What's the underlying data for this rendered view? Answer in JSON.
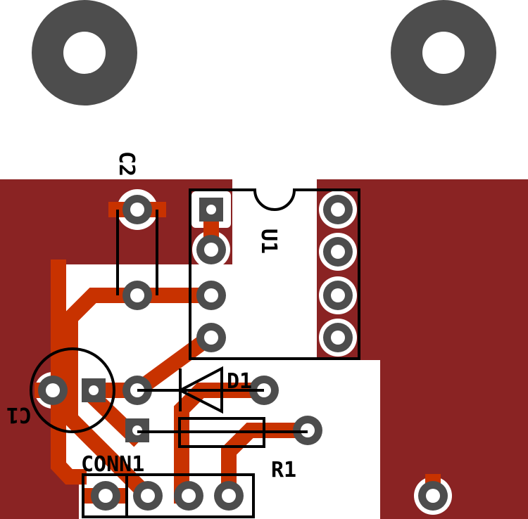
{
  "colors": {
    "ground_pour": "#8a2323",
    "trace": "#c83200",
    "pad": "#4d4d4d",
    "silkscreen": "#000000",
    "background": "#ffffff"
  },
  "components": {
    "c2": {
      "ref": "C2"
    },
    "u1": {
      "ref": "U1"
    },
    "d1": {
      "ref": "D1"
    },
    "c1": {
      "ref": "C1"
    },
    "r1": {
      "ref": "R1"
    },
    "conn1": {
      "ref": "CONN1"
    }
  }
}
